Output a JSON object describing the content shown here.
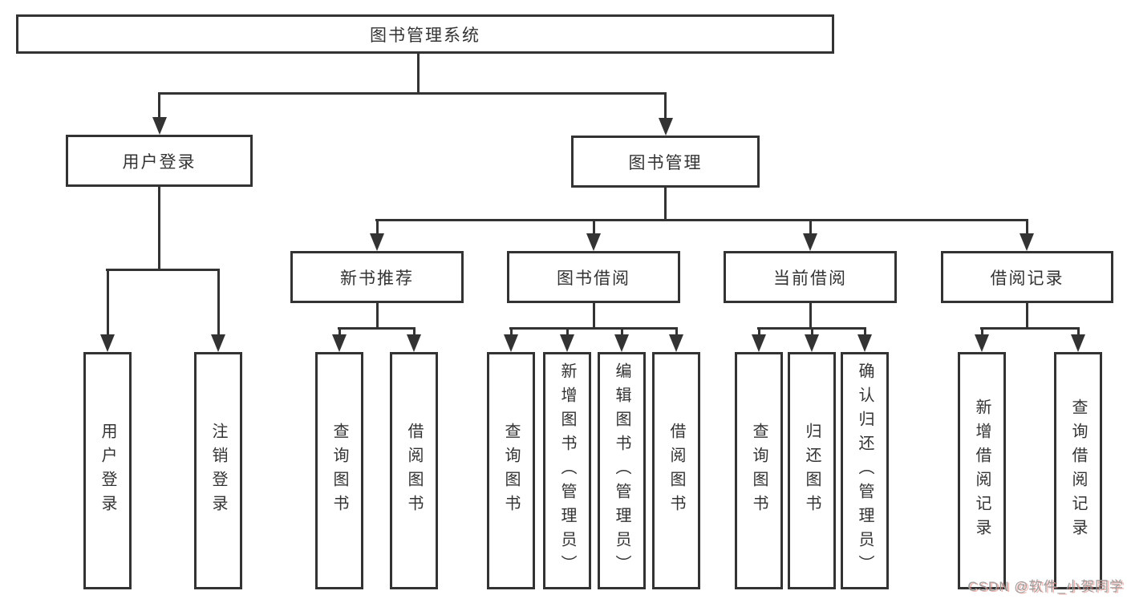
{
  "title": "图书管理系统",
  "tree": {
    "root": {
      "label": "图书管理系统"
    },
    "branches": [
      {
        "label": "用户登录",
        "children": [
          "用户登录",
          "注销登录"
        ]
      },
      {
        "label": "图书管理",
        "children": [
          {
            "label": "新书推荐",
            "children": [
              "查询图书",
              "借阅图书"
            ]
          },
          {
            "label": "图书借阅",
            "children": [
              "查询图书",
              "新增图书（管理员）",
              "编辑图书（管理员）",
              "借阅图书"
            ]
          },
          {
            "label": "当前借阅",
            "children": [
              "查询图书",
              "归还图书",
              "确认归还（管理员）"
            ]
          },
          {
            "label": "借阅记录",
            "children": [
              "新增借阅记录",
              "查询借阅记录"
            ]
          }
        ]
      }
    ]
  },
  "watermark": {
    "text": "CSDN @软件_小贺同学"
  },
  "colors": {
    "line": "#333333",
    "text": "#333333",
    "background": "#ffffff",
    "watermark_grey": "#9c9c9c",
    "watermark_shadow": "#e4837c"
  }
}
